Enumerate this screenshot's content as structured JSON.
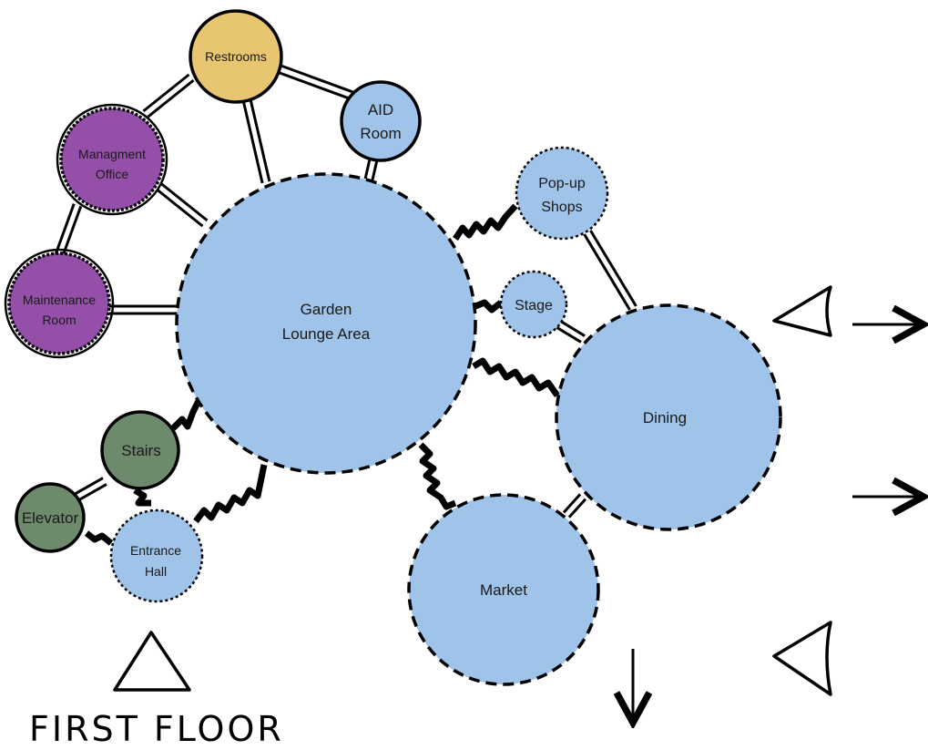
{
  "diagram": {
    "title": "FIRST FLOOR",
    "colors": {
      "blue": "#9fc3e9",
      "purple": "#9450a8",
      "yellow": "#e8c570",
      "green": "#6e8a6c",
      "stroke": "#000000"
    },
    "nodes": {
      "restrooms": {
        "label": [
          "Restrooms"
        ]
      },
      "aid_room": {
        "label": [
          "AID",
          "Room"
        ]
      },
      "managment_office": {
        "label": [
          "Managment",
          "Office"
        ]
      },
      "maintenance_room": {
        "label": [
          "Maintenance",
          "Room"
        ]
      },
      "garden_lounge": {
        "label": [
          "Garden",
          "Lounge Area"
        ]
      },
      "popup_shops": {
        "label": [
          "Pop-up",
          "Shops"
        ]
      },
      "stage": {
        "label": [
          "Stage"
        ]
      },
      "dining": {
        "label": [
          "Dining"
        ]
      },
      "market": {
        "label": [
          "Market"
        ]
      },
      "stairs": {
        "label": [
          "Stairs"
        ]
      },
      "elevator": {
        "label": [
          "Elevator"
        ]
      },
      "entrance_hall": {
        "label": [
          "Entrance",
          "Hall"
        ]
      }
    }
  }
}
